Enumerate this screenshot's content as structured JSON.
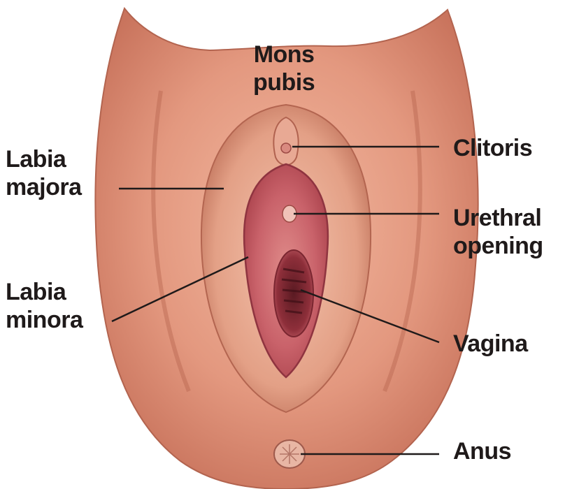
{
  "labels": {
    "mons": [
      "Mons",
      "pubis"
    ],
    "clitoris": "Clitoris",
    "labia_majora": [
      "Labia",
      "majora"
    ],
    "urethral": [
      "Urethral",
      "opening"
    ],
    "labia_minora": [
      "Labia",
      "minora"
    ],
    "vagina": "Vagina",
    "anus": "Anus"
  },
  "colors": {
    "skin": "#e6a088",
    "skin_shadow": "#b8654f",
    "inner": "#b9484f",
    "inner_light": "#d97a7c",
    "leader_line": "#1f1a1a",
    "text": "#1f1a1a"
  }
}
